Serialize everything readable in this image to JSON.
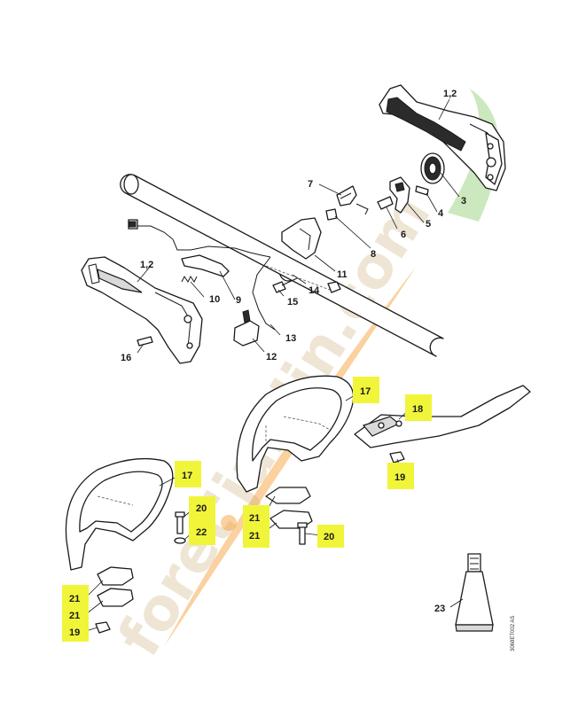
{
  "diagram_code": "3068ET002 AS",
  "watermark_text": "foret'jardin.com",
  "highlight_color": "#f0f53a",
  "labels": {
    "l12_top": "1,2",
    "l3": "3",
    "l4": "4",
    "l5": "5",
    "l6": "6",
    "l7": "7",
    "l8": "8",
    "l9": "9",
    "l10": "10",
    "l11": "11",
    "l12_left": "1,2",
    "l12": "12",
    "l13": "13",
    "l14": "14",
    "l15": "15",
    "l16": "16",
    "l17_a": "17",
    "l18": "18",
    "l19_a": "19",
    "l17_b": "17",
    "l20_a": "20",
    "l22": "22",
    "l21_a": "21",
    "l21_b": "21",
    "l20_b": "20",
    "l21_c": "21",
    "l21_d": "21",
    "l19_b": "19",
    "l23": "23"
  }
}
